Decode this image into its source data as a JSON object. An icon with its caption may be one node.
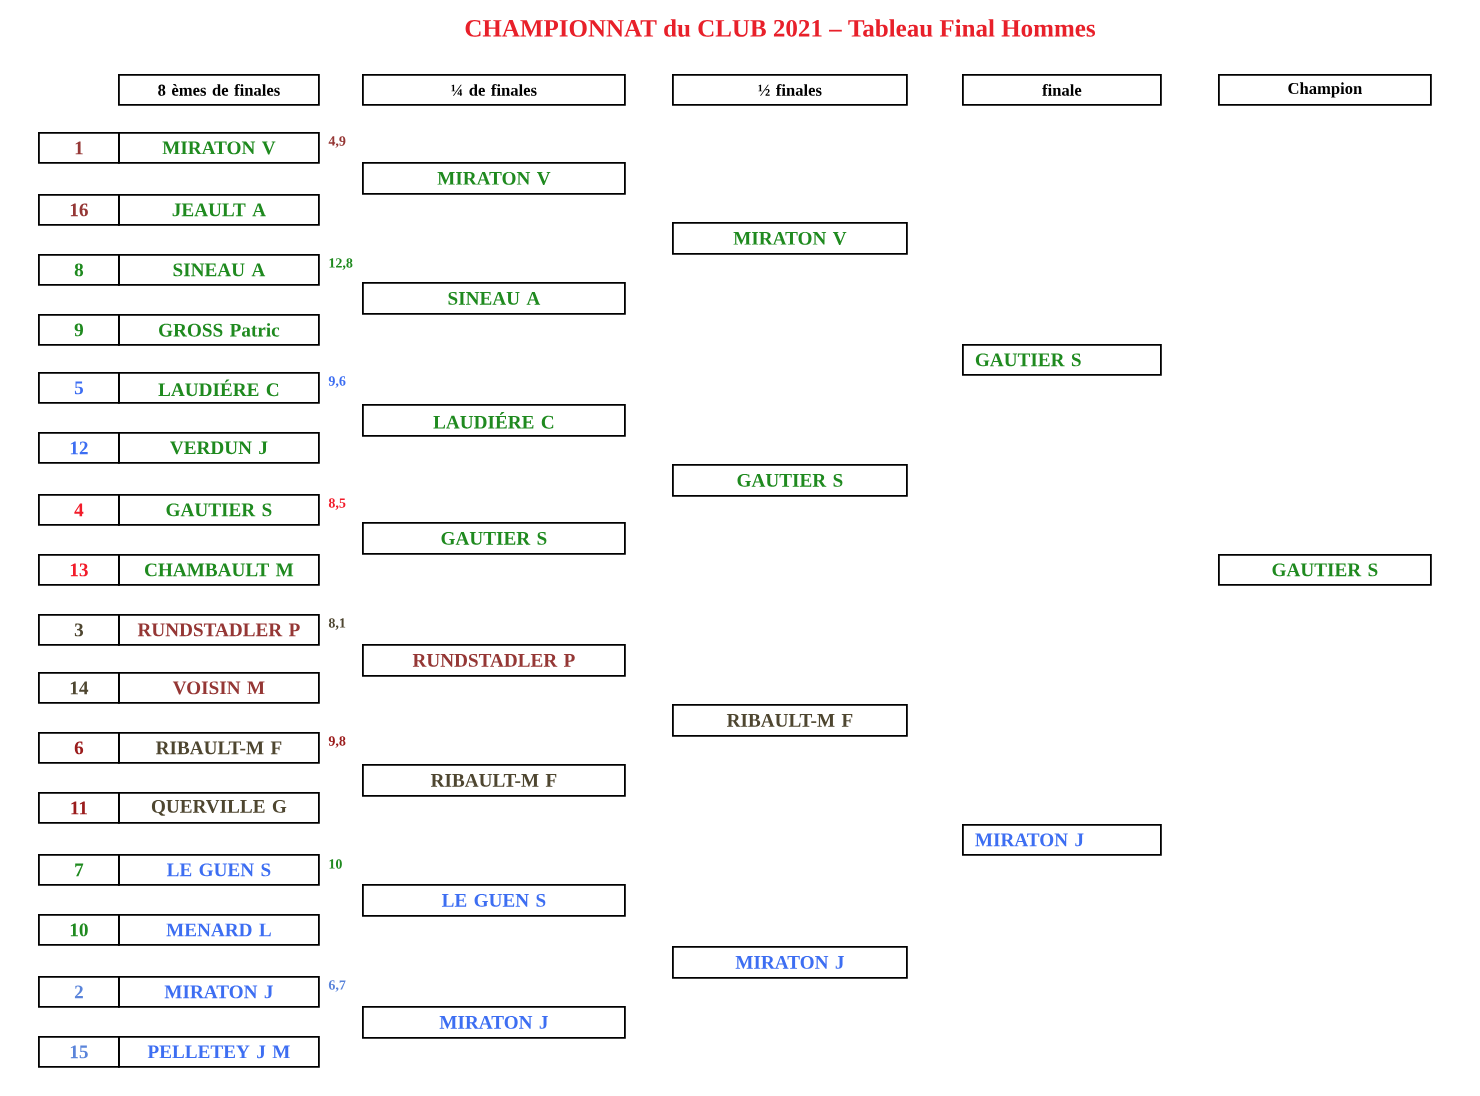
{
  "diagram": {
    "title": "CHAMPIONNAT du CLUB 2021 – Tableau Final Hommes",
    "nodes": [
      {
        "text": [
          "8 èmes de finales"
        ]
      },
      {
        "text": [
          "¼ de finales"
        ]
      },
      {
        "text": [
          "½ finales"
        ]
      },
      {
        "text": [
          "finale"
        ]
      },
      {
        "text": [
          "Champion"
        ]
      },
      {
        "text": [
          "1",
          "MIRATON V"
        ],
        "beside": [
          "4,9"
        ]
      },
      {
        "text": [
          "16",
          "JEAULT A"
        ]
      },
      {
        "text": [
          "8",
          "SINEAU A"
        ],
        "beside": [
          "12,8"
        ]
      },
      {
        "text": [
          "9",
          "GROSS Patric"
        ]
      },
      {
        "text": [
          "5",
          "LAUDIÉRE C"
        ],
        "beside": [
          "9,6"
        ]
      },
      {
        "text": [
          "12",
          "VERDUN J"
        ]
      },
      {
        "text": [
          "4",
          "GAUTIER S"
        ],
        "beside": [
          "8,5"
        ]
      },
      {
        "text": [
          "13",
          "CHAMBAULT M"
        ]
      },
      {
        "text": [
          "3",
          "RUNDSTADLER P"
        ],
        "beside": [
          "8,1"
        ]
      },
      {
        "text": [
          "14",
          "VOISIN M"
        ]
      },
      {
        "text": [
          "6",
          "RIBAULT-M F"
        ],
        "beside": [
          "9,8"
        ]
      },
      {
        "text": [
          "11",
          "QUERVILLE G"
        ]
      },
      {
        "text": [
          "7",
          "LE GUEN S"
        ],
        "beside": [
          "10"
        ]
      },
      {
        "text": [
          "10",
          "MENARD L"
        ]
      },
      {
        "text": [
          "2",
          "MIRATON J"
        ],
        "beside": [
          "6,7"
        ]
      },
      {
        "text": [
          "15",
          "PELLETEY J M"
        ]
      },
      {
        "text": [
          "MIRATON V"
        ]
      },
      {
        "text": [
          "SINEAU A"
        ]
      },
      {
        "text": [
          "LAUDIÉRE C"
        ]
      },
      {
        "text": [
          "GAUTIER S"
        ]
      },
      {
        "text": [
          "RUNDSTADLER P"
        ]
      },
      {
        "text": [
          "RIBAULT-M F"
        ]
      },
      {
        "text": [
          "LE GUEN S"
        ]
      },
      {
        "text": [
          "MIRATON J"
        ]
      },
      {
        "text": [
          "MIRATON V"
        ]
      },
      {
        "text": [
          "GAUTIER S"
        ]
      },
      {
        "text": [
          "RIBAULT-M F"
        ]
      },
      {
        "text": [
          "MIRATON J"
        ]
      },
      {
        "text": [
          "GAUTIER S"
        ]
      },
      {
        "text": [
          "MIRATON J"
        ]
      },
      {
        "text": [
          "GAUTIER S"
        ]
      }
    ]
  }
}
